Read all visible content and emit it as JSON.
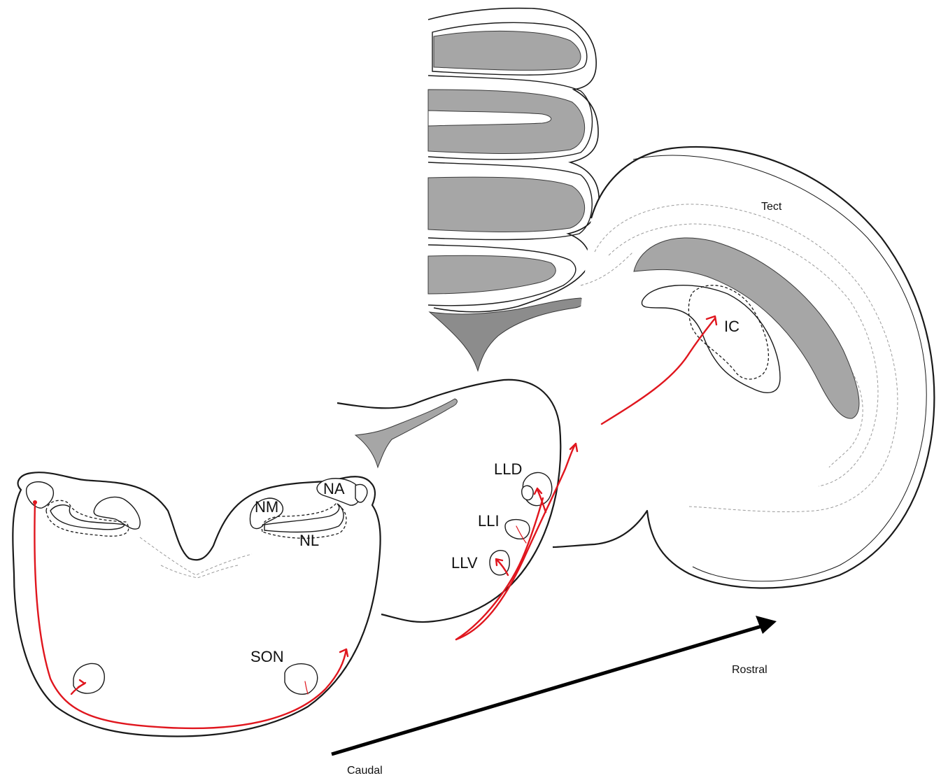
{
  "labels": {
    "ic": "IC",
    "tect": "Tect",
    "lld": "LLD",
    "lli": "LLI",
    "llv": "LLV",
    "nm": "NM",
    "na": "NA",
    "nl": "NL",
    "son": "SON",
    "rostral": "Rostral",
    "caudal": "Caudal"
  },
  "colors": {
    "pathway": "#e0161e",
    "gray_matter": "#a6a6a6",
    "outline": "#1a1a1a"
  }
}
